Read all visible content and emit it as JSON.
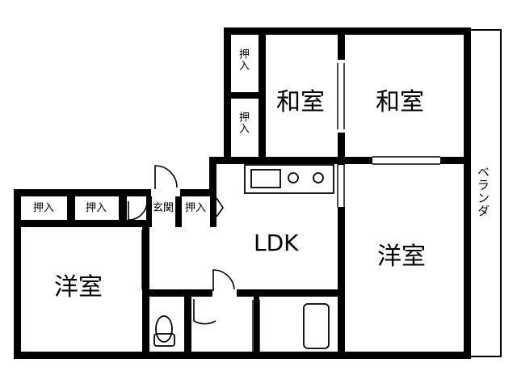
{
  "rooms": {
    "washitsu_left": "和室",
    "washitsu_right": "和室",
    "youshitsu_right": "洋室",
    "youshitsu_left": "洋室",
    "ldk": "LDK"
  },
  "closets": {
    "oshiire_top": "押入",
    "oshiire_mid": "押入",
    "oshiire_left1": "押入",
    "oshiire_left2": "押入",
    "oshiire_entry": "押入"
  },
  "entrance": "玄関",
  "balcony": "ベランダ"
}
